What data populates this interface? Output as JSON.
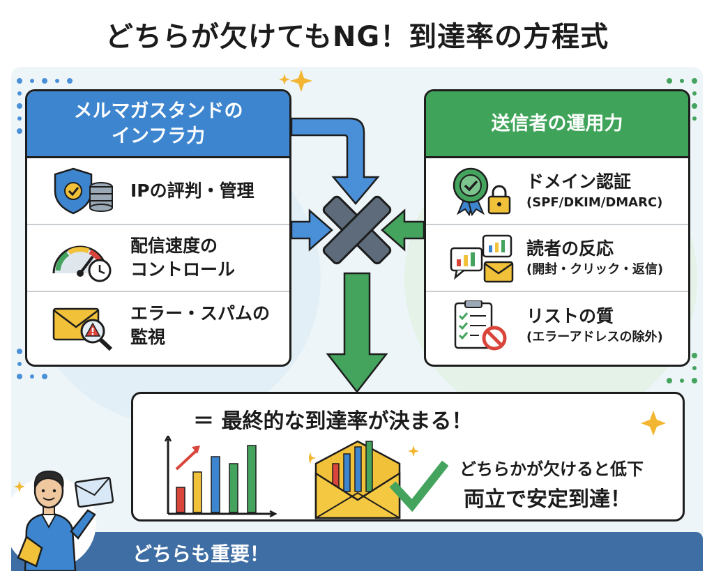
{
  "title": "どちらが欠けてもNG！到達率の方程式",
  "infra": {
    "heading": "メルマガスタンドの\nインフラ力",
    "items": [
      {
        "label": "IPの評判・管理",
        "icon": "shield-database-icon"
      },
      {
        "label": "配信速度の\nコントロール",
        "icon": "speedometer-clock-icon"
      },
      {
        "label": "エラー・スパムの\n監視",
        "icon": "envelope-warning-magnifier-icon"
      }
    ]
  },
  "ops": {
    "heading": "送信者の運用力",
    "items": [
      {
        "label": "ドメイン認証",
        "sub": "(SPF/DKIM/DMARC)",
        "icon": "badge-lock-icon"
      },
      {
        "label": "読者の反応",
        "sub": "(開封・クリック・返信)",
        "icon": "chat-chart-envelope-icon"
      },
      {
        "label": "リストの質",
        "sub": "(エラーアドレスの除外)",
        "icon": "checklist-prohibited-icon"
      }
    ]
  },
  "result": {
    "heading": "＝ 最終的な到達率が決まる！",
    "note_low": "どちらかが欠けると低下",
    "note_stable": "両立で安定到達！"
  },
  "footer": "どちらも重要！",
  "colors": {
    "blue": "#3d86cf",
    "green": "#3fa359",
    "footer": "#3f6ea4",
    "multiply": "#5d6b7a"
  }
}
